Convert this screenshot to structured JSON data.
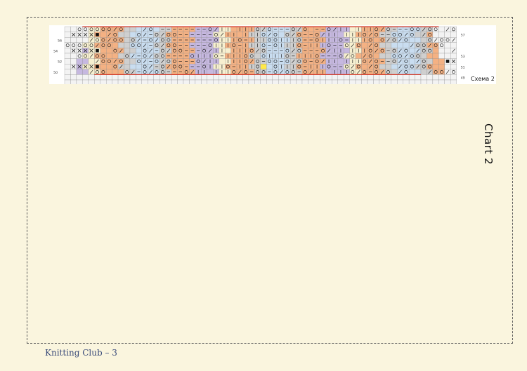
{
  "page": {
    "chart_label": "Chart 2",
    "footer": "Knitting Club – 3",
    "schema_label": "Схема 2"
  },
  "colors": {
    "purple": "#c6b8e0",
    "orange": "#f4b183",
    "blue": "#c9ddf0",
    "gray": "#cfcfcf",
    "light": "#f3f3f3",
    "cream": "#f7f0d0",
    "yellow": "#ffe84a",
    "red_line": "#d23a2a",
    "grid": "#8c8c8c"
  },
  "chart_data": {
    "type": "table",
    "cols": 66,
    "rows": 11,
    "row_numbers_left": [
      {
        "row": 2,
        "label": "56"
      },
      {
        "row": 4,
        "label": "54"
      },
      {
        "row": 6,
        "label": "52"
      },
      {
        "row": 8,
        "label": "50"
      }
    ],
    "row_numbers_right": [
      {
        "row": 1,
        "label": "57"
      },
      {
        "row": 5,
        "label": "53"
      },
      {
        "row": 7,
        "label": "51"
      },
      {
        "row": 9,
        "label": "49"
      }
    ],
    "rows_data": [
      "..POOPOO/O.../O.--------O/II.IIIO/O---O/O.--O/II.IIIO/O---OO/OO./O...XXXX",
      ".XXXX#./O...O/-O/OO------O/II.IIIO/O.O/O--O/II.IIIO/O--OO/O./O...../OO/OO.",
      "..../OO/OO.O/-O/OO-------OIIIO-IIIOOIIIO--OIIIO-IIIO.O/O/O...O/OO/OO.",
      "POOPO/OO...OO/-O/OO-----OIIIO-IIIO-OIIIO-IIIO--O/O./O...../OO/OO.",
      ".XXXX#..O/...O/-O/OO---O/II.IIIO/O---O/O---O/II.IIIO/O-O/O./OO.../OO/OO..",
      "..PO/OO...O/-O/OO----OIIIO-IIIOO.OIIIO-IIIO---O/O./O...PO/OO.....",
      "...../OO/O..O/-O/OO---O/II.IIIO/O-OO-O/OO-O/II.IIIO/O--O/O./O...#XXXX...",
      ".XXXX#..O/...O/-O/OO---OIIIO-IIIOO.OIIIO-IIIO--O/O./O.../OO/OO...",
      "..../OO...O/-O/OO---O/II.IIIO/O-OO-O/OO-O/II.IIIO/O-O/O./O.../OO/OO./O..",
      "",
      ""
    ]
  }
}
